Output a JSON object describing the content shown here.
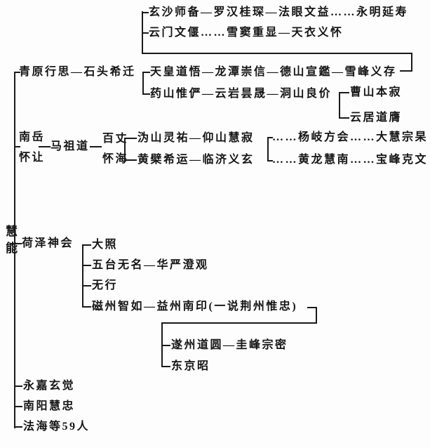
{
  "diagram": {
    "root_label": "慧能",
    "qingyuan_branch": {
      "main_line": "青原行思—石头希迁",
      "tianhuang_line": "天皇道悟—龙潭崇信—德山宣鑑—雪峰义存",
      "yaoshan_line": "药山惟俨—云岩昙晟—洞山良价",
      "caoshan": "曹山本寂",
      "yunju": "云居道膺",
      "xuefeng_heirs": {
        "xuansha_line": "玄沙师备—罗汉桂琛—法眼文益……永明延寿",
        "yunmen_line": "云门文偃……雪窦重显—天衣义怀"
      }
    },
    "nanyue_branch": {
      "nanyue_top": "南岳",
      "nanyue_bottom": "怀让",
      "mazu": "马祖道",
      "baizhang_top": "百丈",
      "baizhang_bottom": "怀海",
      "weishan_line": "沩山灵祐—仰山慧寂",
      "huangbo_line": "黄檗希运—临济义玄",
      "yangqi_line": "……杨岐方会……大慧宗杲",
      "huanglong_line": "……黄龙慧南……宝峰克文"
    },
    "heze_branch": {
      "heze": "荷泽神会",
      "dazhao": "大照",
      "wutai_line": "五台无名—华严澄观",
      "wuxing": "无行",
      "cizhou_line": "磁州智如—益州南印(一说荆州惟忠)",
      "suizhou_line": "遂州道圆—圭峰宗密",
      "dongjing": "东京昭"
    },
    "other_branches": {
      "yongjia": "永嘉玄觉",
      "nanyang": "南阳慧忠",
      "fahai": "法海等59人"
    },
    "colors": {
      "ink": "#1a1a1a",
      "paper": "#fdfdfd"
    }
  }
}
